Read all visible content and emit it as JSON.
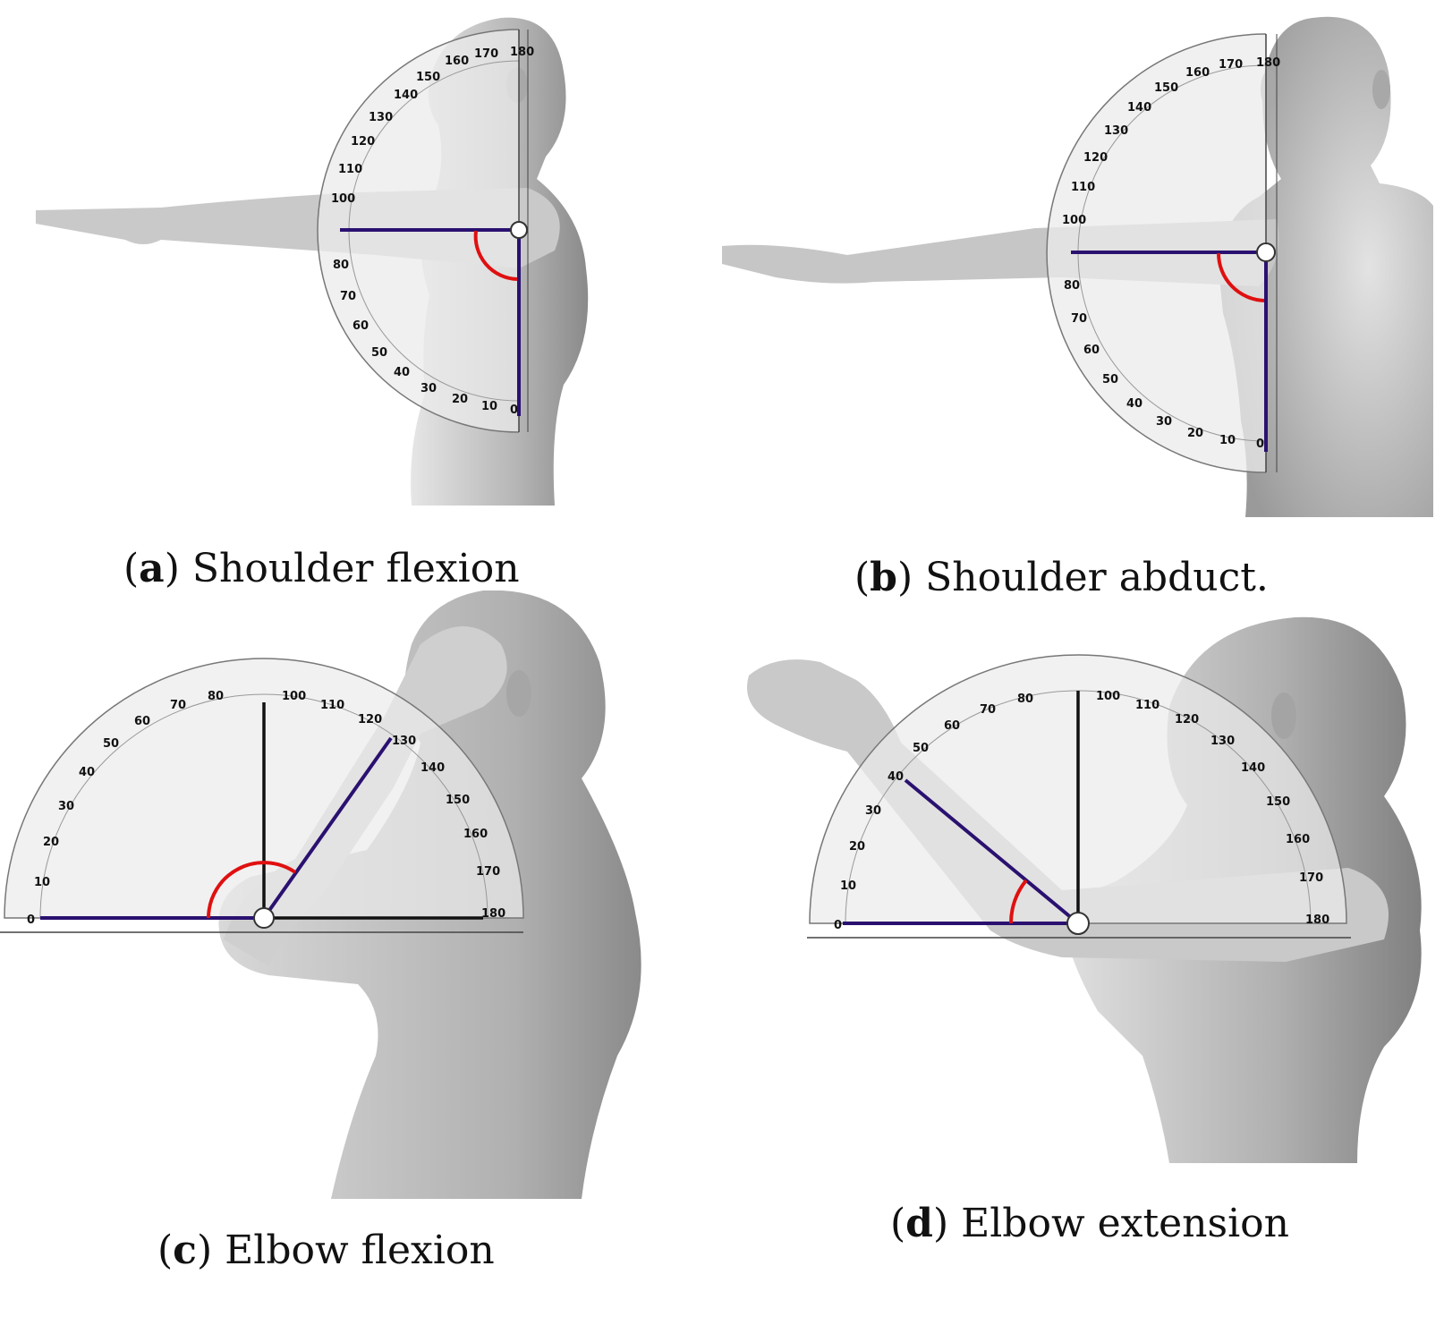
{
  "figure": {
    "panels": [
      {
        "id": "a",
        "letter": "a",
        "title": "Shoulder flexion",
        "view": "side",
        "protractor_labels": [
          "0",
          "10",
          "20",
          "30",
          "40",
          "50",
          "60",
          "70",
          "80",
          "100",
          "110",
          "120",
          "130",
          "140",
          "150",
          "160",
          "170",
          "180"
        ],
        "measured_angle_deg": 90
      },
      {
        "id": "b",
        "letter": "b",
        "title": "Shoulder abduct.",
        "view": "front",
        "protractor_labels": [
          "0",
          "10",
          "20",
          "30",
          "40",
          "50",
          "60",
          "70",
          "80",
          "100",
          "110",
          "120",
          "130",
          "140",
          "150",
          "160",
          "170",
          "180"
        ],
        "measured_angle_deg": 90
      },
      {
        "id": "c",
        "letter": "c",
        "title": "Elbow flexion",
        "view": "side",
        "protractor_labels": [
          "0",
          "10",
          "20",
          "30",
          "40",
          "50",
          "60",
          "70",
          "80",
          "100",
          "110",
          "120",
          "130",
          "140",
          "150",
          "160",
          "170",
          "180"
        ],
        "measured_angle_deg": 125
      },
      {
        "id": "d",
        "letter": "d",
        "title": "Elbow extension",
        "view": "side",
        "protractor_labels": [
          "0",
          "10",
          "20",
          "30",
          "40",
          "50",
          "60",
          "70",
          "80",
          "100",
          "110",
          "120",
          "130",
          "140",
          "150",
          "160",
          "170",
          "180"
        ],
        "measured_angle_deg": 40
      }
    ],
    "colors": {
      "segment_line": "#2a1170",
      "angle_arc": "#e01010",
      "reference_line": "#111111",
      "body_fill": "#b8b8b8",
      "protractor_fill": "#f2f2f2"
    }
  }
}
